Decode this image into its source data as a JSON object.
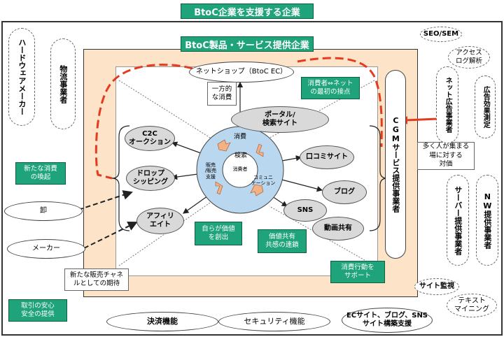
{
  "titles": {
    "outer": "BtoC企業を支援する企業",
    "inner": "BtoC製品・サービス提供企業"
  },
  "left_entities": {
    "hardware": "ハードウェアメーカー",
    "logistics": "物流事業者",
    "wholesale": "卸",
    "maker": "メーカー"
  },
  "right_entities": {
    "seo": "SEO/SEM",
    "access_log": "アクセス\nログ解析",
    "net_ad": "ネット広告事業者",
    "ad_effect": "広告効果測定",
    "cgm": "CGMサービス提供事業者",
    "server": "サーバー提供事業者",
    "nw": "NW提供事業者",
    "site_monitor": "サイト監視",
    "text_mining": "テキスト\nマイニング"
  },
  "bottom_entities": {
    "payment": "決済機能",
    "security": "セキュリティ機能",
    "ec_support": "ECサイト、ブログ、SNS\nサイト構築支援"
  },
  "center": {
    "netshop": "ネットショップ（BtoC EC）",
    "portal": "ポータル/\n検索サイト",
    "ippou": "一方的\nな消費",
    "c2c": "C2C\nオークション",
    "dropship": "ドロップ\nシッピング",
    "affiliate": "アフィリ\nエイト",
    "kuchikomi": "口コミサイト",
    "blog": "ブログ",
    "sns": "SNS",
    "douga": "動画共有"
  },
  "circle": {
    "consume": "消費",
    "search": "検索",
    "sales": "販売\n/販売\n支援",
    "community": "コミュニ\nケーション",
    "consumer": "消費者"
  },
  "callouts": {
    "first_contact": "消費者⇔ネット\nの最初の接点",
    "new_consume": "新たな消費\nの喚起",
    "value_create": "自らが価値\nを創出",
    "value_share": "価値共有\n共感の連鎖",
    "support": "消費行動を\nサポート",
    "safe_trade": "取引の安心\n安全の提供"
  },
  "notes": {
    "channel": "新たな販売チャネ\nルとしての期待",
    "many_people": "多く人が集まる\n場に対する\n対価"
  },
  "colors": {
    "accent_green": "#1fa37a",
    "inner_fill": "#fde3c8",
    "circle_blue": "#b9d7ef",
    "red_dash": "#e53a1e"
  }
}
